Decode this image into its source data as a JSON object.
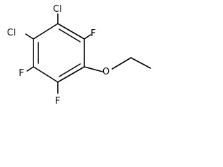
{
  "molecule": {
    "atoms": {
      "cl_top": "Cl",
      "cl_left": "Cl",
      "f_right": "F",
      "f_left": "F",
      "f_bottom": "F",
      "o_ether": "O"
    }
  },
  "colors": {
    "bond": "#000000",
    "label": "#000000",
    "background": "#ffffff"
  }
}
